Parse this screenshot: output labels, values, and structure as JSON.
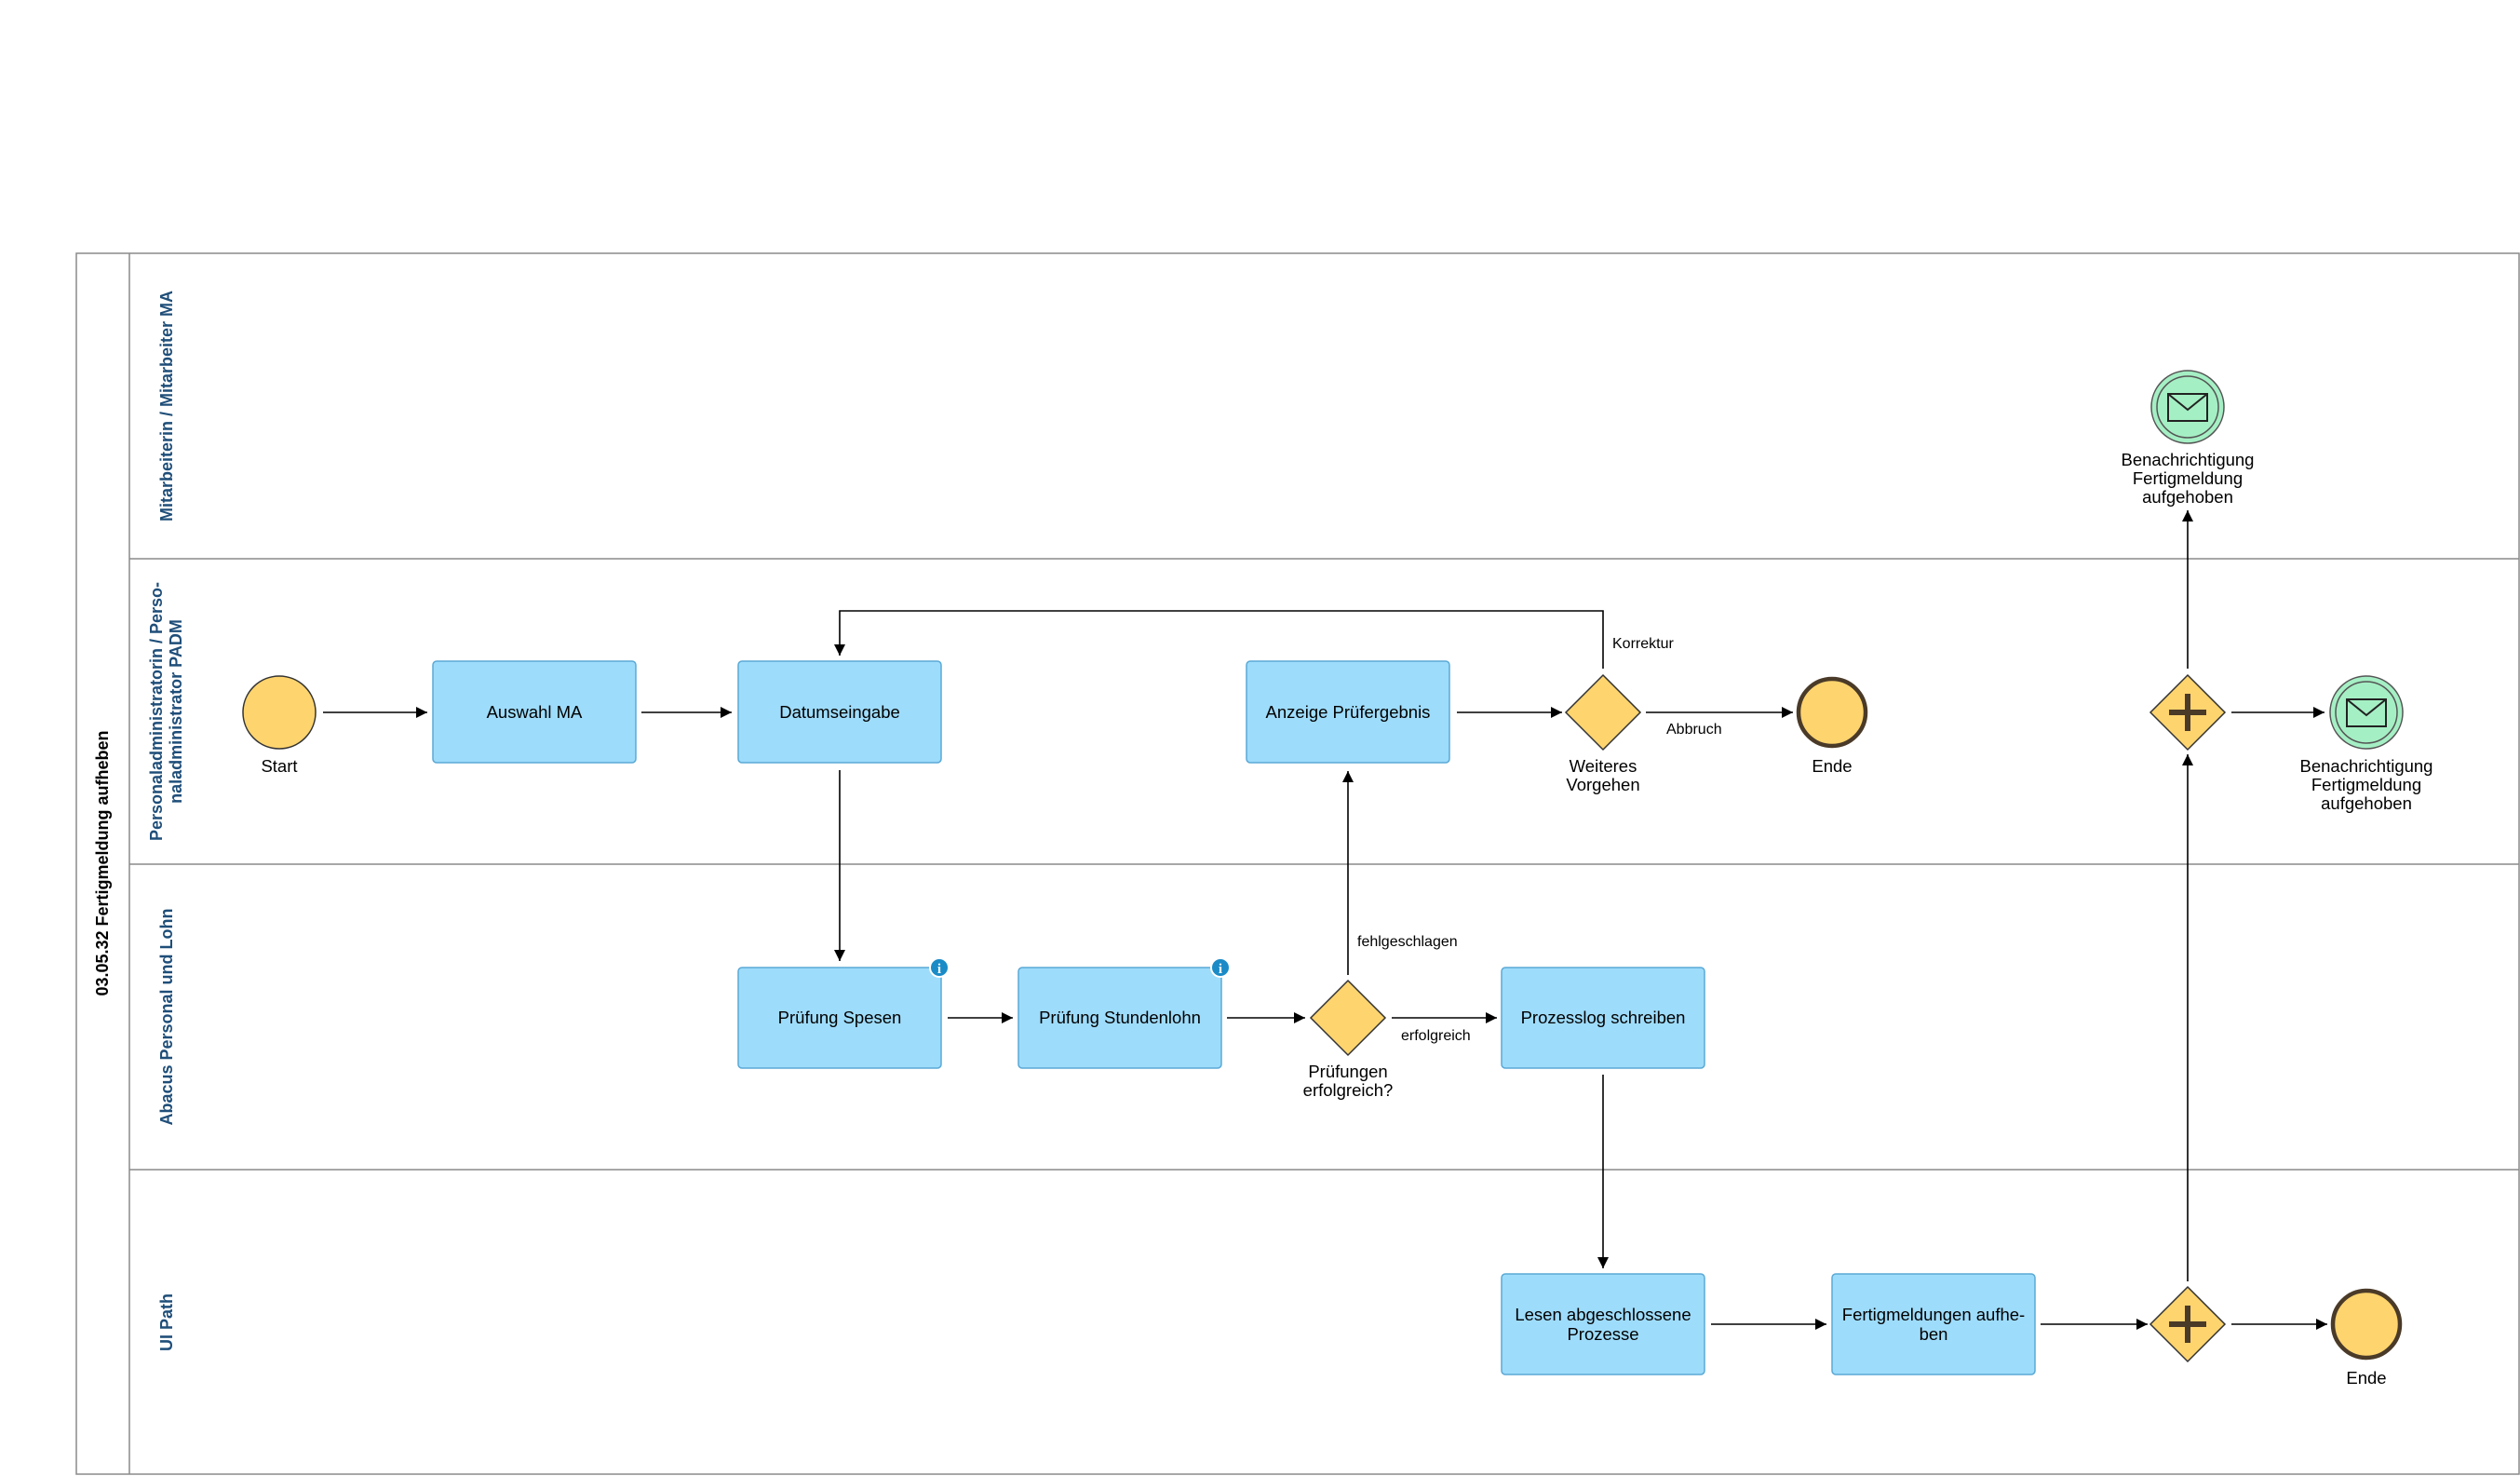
{
  "pool": {
    "title": "03.05.32 Fertigmeldung aufheben"
  },
  "lanes": {
    "mitarbeiter": {
      "title": "Mitarbeiterin / Mitarbeiter MA"
    },
    "padm": {
      "title_line1": "Personaladministratorin / Perso-",
      "title_line2": "naladministrator PADM"
    },
    "abacus": {
      "title": "Abacus Personal und Lohn"
    },
    "uipath": {
      "title": "UI Path"
    }
  },
  "tasks": {
    "auswahl_ma": {
      "label": "Auswahl MA"
    },
    "datumseingabe": {
      "label": "Datumseingabe"
    },
    "anzeige_pruefergebnis": {
      "label": "Anzeige Prüfergebnis"
    },
    "pruefung_spesen": {
      "label": "Prüfung Spesen"
    },
    "pruefung_stundenlohn": {
      "label": "Prüfung Stundenlohn"
    },
    "prozesslog_schreiben": {
      "label": "Prozesslog schreiben"
    },
    "lesen_prozesse": {
      "line1": "Lesen abgeschlossene",
      "line2": "Prozesse"
    },
    "fertigmeldungen_aufheben": {
      "line1": "Fertigmeldungen aufhe-",
      "line2": "ben"
    }
  },
  "events": {
    "start": {
      "label": "Start"
    },
    "ende_padm": {
      "label": "Ende"
    },
    "ende_uipath": {
      "label": "Ende"
    },
    "msg_ma": {
      "line1": "Benachrichtigung",
      "line2": "Fertigmeldung",
      "line3": "aufgehoben"
    },
    "msg_padm": {
      "line1": "Benachrichtigung",
      "line2": "Fertigmeldung",
      "line3": "aufgehoben"
    }
  },
  "gateways": {
    "weiteres_vorgehen": {
      "line1": "Weiteres",
      "line2": "Vorgehen"
    },
    "pruefungen_erfolgreich": {
      "line1": "Prüfungen",
      "line2": "erfolgreich?"
    }
  },
  "flows": {
    "korrektur": "Korrektur",
    "abbruch": "Abbruch",
    "fehlgeschlagen": "fehlgeschlagen",
    "erfolgreich": "erfolgreich"
  },
  "icons": {
    "info": "i"
  },
  "colors": {
    "task_fill": "#9edcfb",
    "task_stroke": "#5aa9d6",
    "event_fill": "#fed46e",
    "message_event_fill": "#a5efc4",
    "lane_title": "#1f4e79",
    "info_badge": "#1a8bc6"
  }
}
